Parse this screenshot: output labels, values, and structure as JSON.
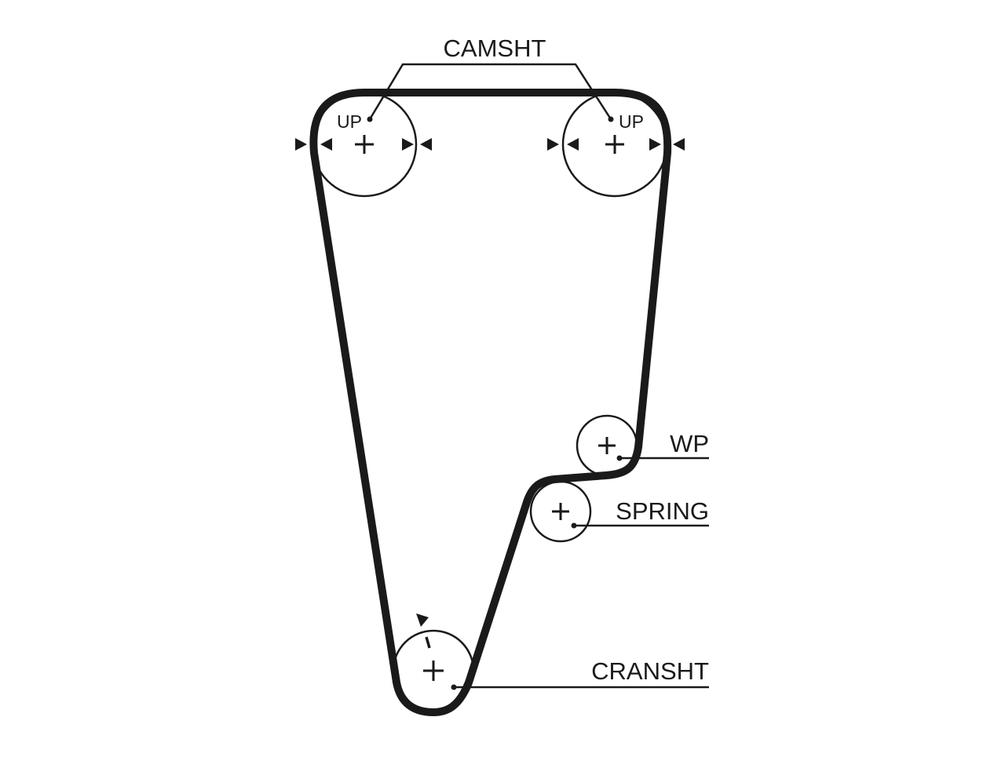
{
  "diagram": {
    "labels": {
      "camshaft": "CAMSHT",
      "water_pump": "WP",
      "spring": "SPRING",
      "crankshaft": "CRANSHT"
    },
    "camshaft_marks": [
      "UP",
      "UP"
    ],
    "colors": {
      "belt": "#1a1a1a",
      "pulley": "#1a1a1a",
      "background": "#ffffff"
    }
  }
}
